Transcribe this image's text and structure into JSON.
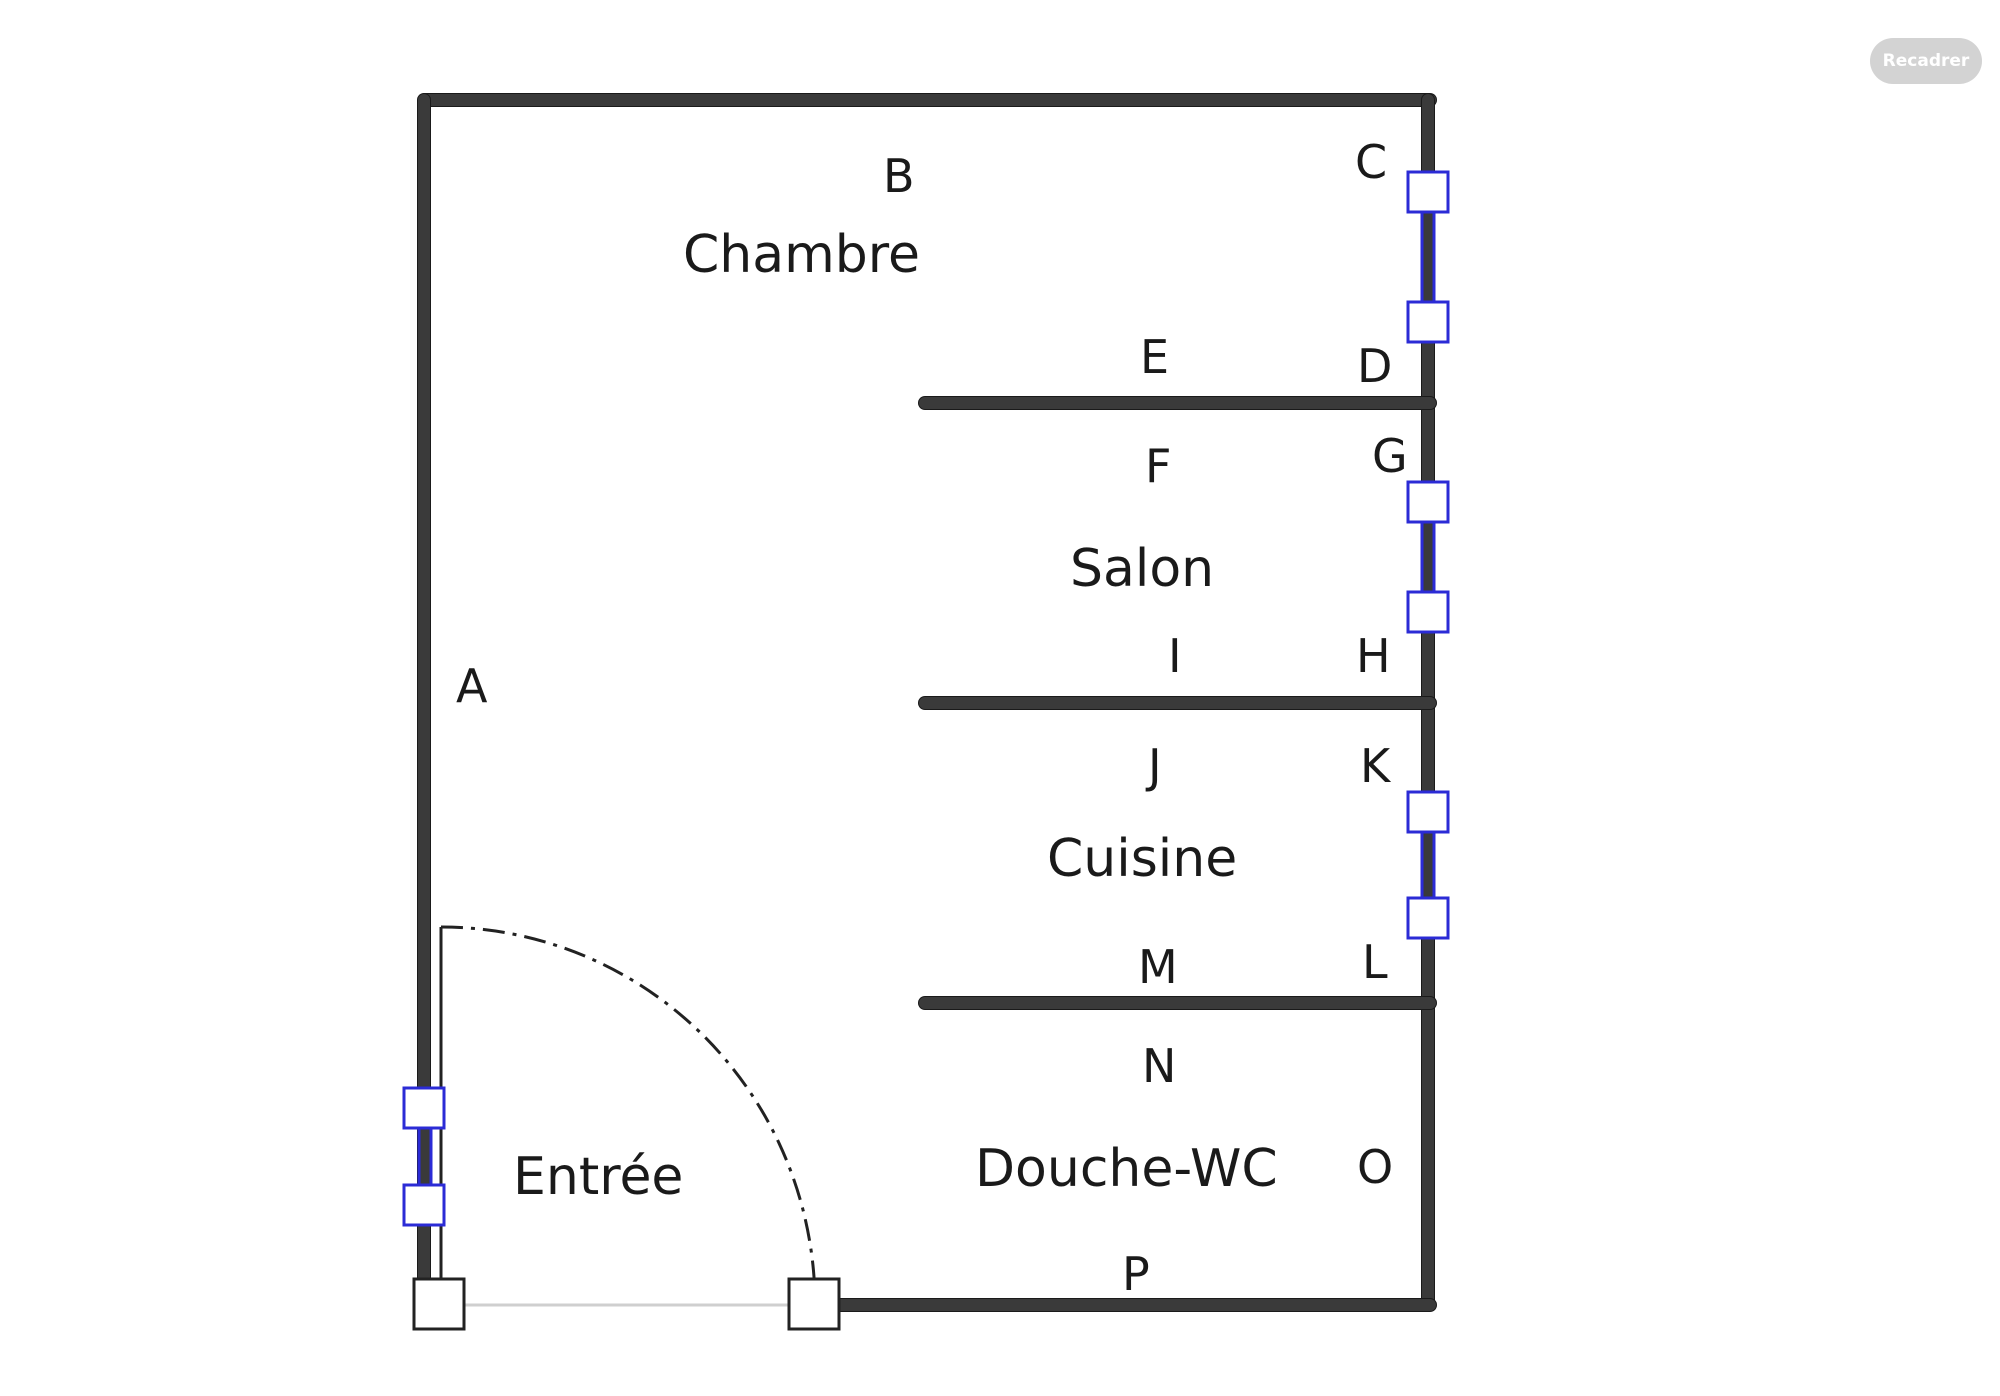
{
  "toolbar": {
    "recadrer_label": "Recadrer"
  },
  "wall_labels": {
    "A": "A",
    "B": "B",
    "C": "C",
    "D": "D",
    "E": "E",
    "F": "F",
    "G": "G",
    "H": "H",
    "I": "I",
    "J": "J",
    "K": "K",
    "L": "L",
    "M": "M",
    "N": "N",
    "O": "O",
    "P": "P"
  },
  "rooms": {
    "chambre": "Chambre",
    "salon": "Salon",
    "cuisine": "Cuisine",
    "douche_wc": "Douche-WC",
    "entree": "Entrée"
  },
  "colors": {
    "wall": "#3a3a3a",
    "selection_handle": "#2b2bd6",
    "button_bg": "#d3d3d3"
  }
}
